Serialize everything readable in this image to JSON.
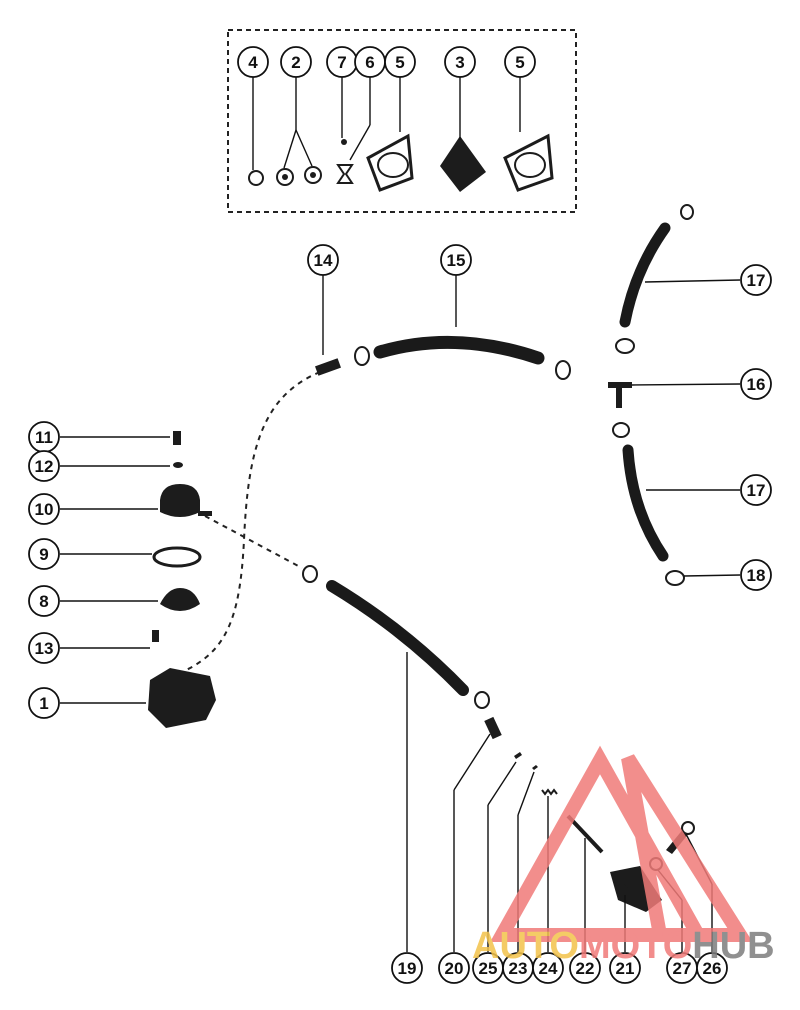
{
  "diagram": {
    "callouts": [
      "1",
      "2",
      "3",
      "4",
      "5",
      "6",
      "7",
      "8",
      "9",
      "10",
      "11",
      "12",
      "13",
      "14",
      "15",
      "16",
      "17",
      "18",
      "19",
      "20",
      "21",
      "22",
      "23",
      "24",
      "25",
      "26",
      "27"
    ]
  },
  "watermark": {
    "word_a": "AUTO",
    "word_b": "MOTO",
    "word_c": "HUB",
    "colors": {
      "triangle": "#f07a78",
      "auto": "#f3c34b",
      "moto": "#f07a78",
      "hub": "#7d7d7d"
    }
  }
}
